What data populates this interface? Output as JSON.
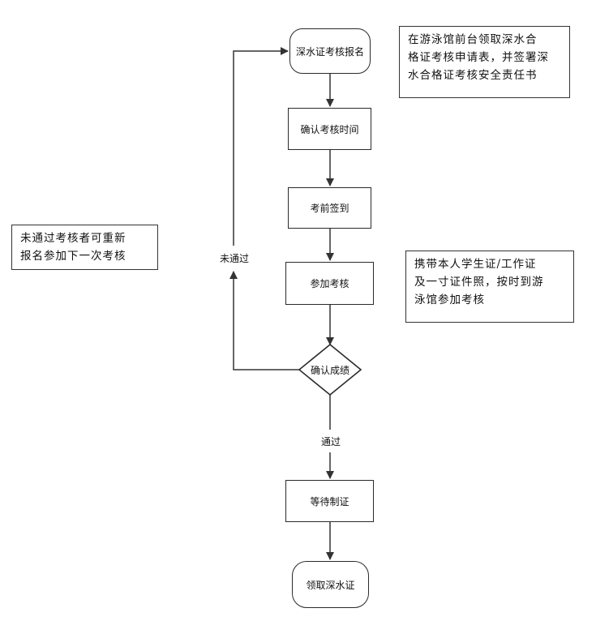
{
  "flowchart": {
    "nodes": {
      "register": "深水证考核报名",
      "confirm_time": "确认考核时间",
      "sign_in": "考前签到",
      "attend": "参加考核",
      "confirm_result": "确认成绩",
      "wait_cert": "等待制证",
      "receive_cert": "领取深水证"
    },
    "edge_labels": {
      "fail": "未通过",
      "pass": "通过"
    },
    "notes": {
      "register_note": [
        "在游泳馆前台领取深水合",
        "格证考核申请表，并签署深",
        "水合格证考核安全责任书"
      ],
      "attend_note": [
        "携带本人学生证/工作证",
        "及一寸证件照，按时到游",
        "泳馆参加考核"
      ],
      "retry_note": [
        "未通过考核者可重新",
        "报名参加下一次考核"
      ]
    }
  }
}
